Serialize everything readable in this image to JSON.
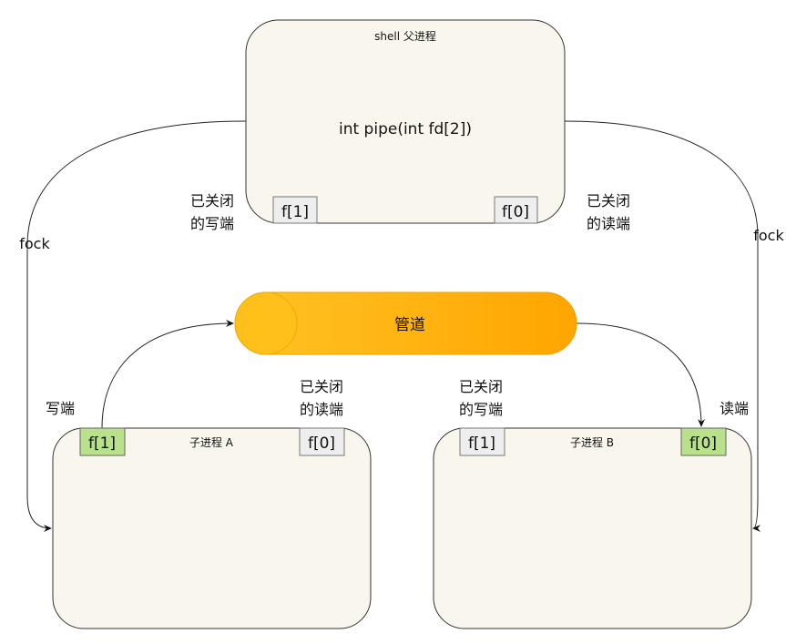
{
  "parent": {
    "title": "shell 父进程",
    "code": "int pipe(int fd[2])",
    "fd_write": "f[1]",
    "fd_read": "f[0]"
  },
  "pipe": {
    "label": "管道"
  },
  "child_a": {
    "title": "子进程 A",
    "fd_write": "f[1]",
    "fd_read": "f[0]"
  },
  "child_b": {
    "title": "子进程 B",
    "fd_write": "f[1]",
    "fd_read": "f[0]"
  },
  "labels": {
    "fork_left": "fock",
    "fork_right": "fock",
    "parent_closed_write": [
      "已关闭",
      "的写端"
    ],
    "parent_closed_read": [
      "已关闭",
      "的读端"
    ],
    "a_write": "写端",
    "a_closed_read": [
      "已关闭",
      "的读端"
    ],
    "b_closed_write": [
      "已关闭",
      "的写端"
    ],
    "b_read": "读端"
  },
  "colors": {
    "box_fill": "#f9f7ed",
    "active_fd": "#b9e08a",
    "inactive_fd": "#eeeeee",
    "pipe_start": "#ffc425",
    "pipe_end": "#ffa500"
  }
}
